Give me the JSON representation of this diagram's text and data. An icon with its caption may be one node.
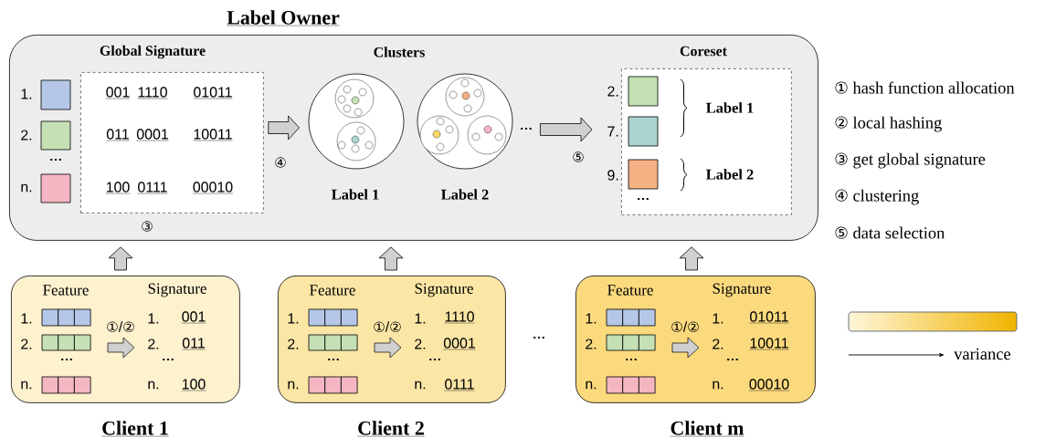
{
  "diagram": {
    "nodes": [
      {
        "text": [
          "Label Owner"
        ]
      },
      {
        "text": [
          "Global Signature",
          "001",
          "1110",
          "01011",
          "011",
          "0001",
          "10011",
          "100",
          "0111",
          "00010"
        ],
        "beside": [
          "③"
        ],
        "in": 0
      },
      {
        "text": [
          "Label 1"
        ],
        "in": 0
      },
      {
        "text": [
          "Label 2"
        ],
        "in": 0
      },
      {
        "text": [
          "Coreset",
          "2.",
          "7.",
          "9.",
          "Label 1",
          "Label 2",
          "…"
        ],
        "in": 0
      },
      {
        "text": [
          "Feature",
          "Signature",
          "1.",
          "2.",
          "…",
          "n.",
          "①/②",
          "1.",
          "001",
          "2.",
          "011",
          "…",
          "n.",
          "100"
        ],
        "beside": [
          "Client 1"
        ]
      },
      {
        "text": [
          "Feature",
          "Signature",
          "1.",
          "2.",
          "…",
          "n.",
          "①/②",
          "1.",
          "1110",
          "2.",
          "0001",
          "…",
          "n.",
          "0111"
        ],
        "beside": [
          "Client 2"
        ]
      },
      {
        "text": [
          "Feature",
          "Signature",
          "1.",
          "2.",
          "…",
          "n.",
          "①/②",
          "1.",
          "01011",
          "2.",
          "10011",
          "…",
          "n.",
          "00010"
        ],
        "beside": [
          "Client m"
        ]
      }
    ],
    "edges": [
      {
        "from": 1,
        "to": 2,
        "arrow": "to",
        "label": "④"
      },
      {
        "from": 3,
        "to": 4,
        "arrow": "to",
        "label": "⑤"
      },
      {
        "from": 5,
        "to": 0,
        "arrow": "to"
      },
      {
        "from": 6,
        "to": 0,
        "arrow": "to"
      },
      {
        "from": 7,
        "to": 0,
        "arrow": "to"
      }
    ],
    "labels": [
      "1.",
      "2.",
      "…",
      "n.",
      "Clusters",
      "…",
      "① hash function allocation",
      "② local hashing",
      "③ get global signature",
      "④ clustering",
      "⑤ data selection",
      "…"
    ],
    "legend": [
      {
        "text": "variance"
      }
    ]
  }
}
